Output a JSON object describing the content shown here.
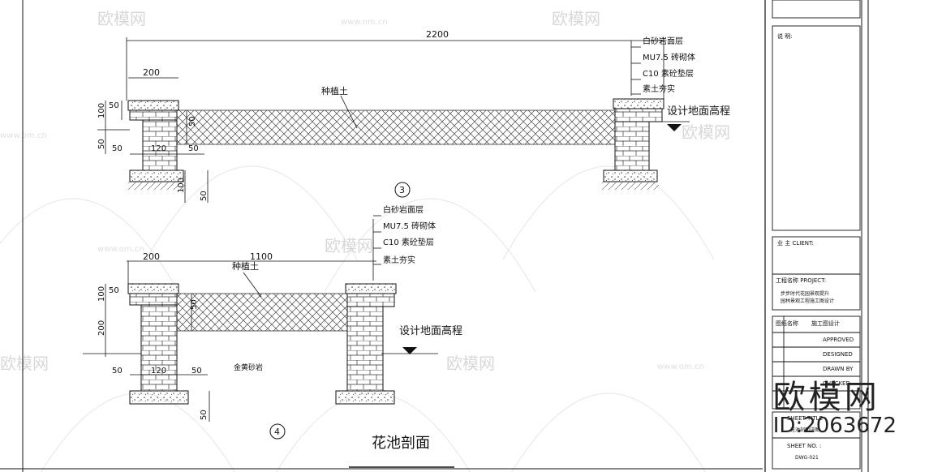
{
  "drawing_title": "花池剖面",
  "section_a": {
    "marker": "3",
    "dims": {
      "overall": "2200",
      "wall": "200",
      "cap_top": "100",
      "cap": "50",
      "soil_edge": "50",
      "left_50": "50",
      "mid_120": "120",
      "right_50": "50",
      "base_100": "100",
      "base_50": "50"
    },
    "soil_label": "种植土",
    "layers": [
      "白砂岩面层",
      "MU7.5 砖砌体",
      "C10 素砼垫层",
      "素土夯实"
    ],
    "grade_label": "设计地面高程"
  },
  "section_b": {
    "marker": "4",
    "dims": {
      "inner": "1100",
      "wall": "200",
      "cap_top": "100",
      "cap": "50",
      "soil_edge": "50",
      "height_200": "200",
      "left_50": "50",
      "mid_120": "120",
      "right_50": "50",
      "base_50": "50"
    },
    "soil_label": "种植土",
    "side_label": "金黄砂岩",
    "layers": [
      "白砂岩面层",
      "MU7.5 砖砌体",
      "C10 素砼垫层",
      "素土夯实"
    ],
    "grade_label": "设计地面高程"
  },
  "title_block": {
    "notes_label": "说 明:",
    "client_label": "业 主 CLIENT:",
    "project_label": "工程名称 PROJECT:",
    "project_name": [
      "步步时代花园景观提升",
      "园林景观工程施工图设计"
    ],
    "drawing_name_label": "图纸名称",
    "drawing_name_value": "施工图设计",
    "approved": "APPROVED",
    "designed": "DESIGNED",
    "drawn": "DRAWN BY",
    "checked": "CHECKED",
    "sheet_title": "SHEET TITLE :",
    "sheet_title_value": "花池剖面详图",
    "sheet_no": "SHEET NO. :",
    "sheet_no_value": "DWG-021"
  },
  "watermark": {
    "brand": "欧模网",
    "url": "www.om.cn",
    "id": "ID:2063672"
  }
}
